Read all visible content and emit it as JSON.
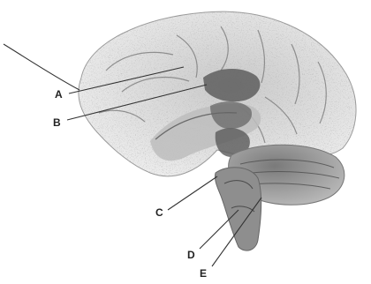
{
  "labels": {
    "a": "A",
    "b": "B",
    "c": "C",
    "d": "D",
    "e": "E"
  },
  "colors": {
    "ink": "#333333",
    "shade_light": "#d8d8d8",
    "shade_mid": "#a9a9a9",
    "shade_dark": "#5e5e5e"
  }
}
